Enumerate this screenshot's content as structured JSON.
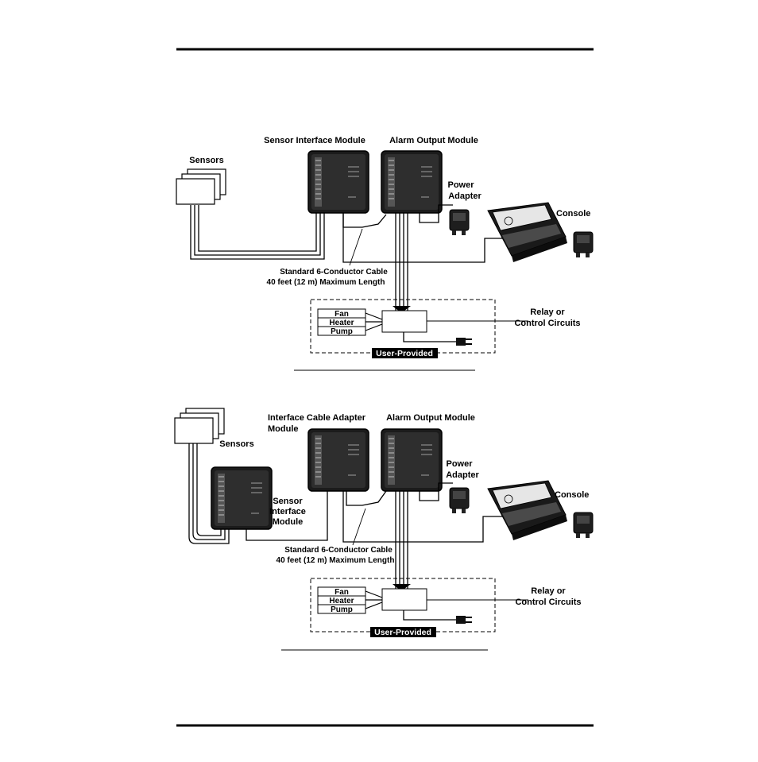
{
  "diagram_top": {
    "sensor_interface_module": "Sensor Interface Module",
    "alarm_output_module": "Alarm Output Module",
    "sensors": "Sensors",
    "power_adapter_line1": "Power",
    "power_adapter_line2": "Adapter",
    "console": "Console",
    "cable_line1": "Standard 6-Conductor Cable",
    "cable_line2": "40 feet (12 m) Maximum Length",
    "fan": "Fan",
    "heater": "Heater",
    "pump": "Pump",
    "relay_line1": "Relay or",
    "relay_line2": "Control Circuits",
    "user_provided": "User-Provided"
  },
  "diagram_bottom": {
    "interface_cable_adapter_line1": "Interface Cable Adapter",
    "interface_cable_adapter_line2": "Module",
    "alarm_output_module": "Alarm Output Module",
    "sensors": "Sensors",
    "sensor_interface_line1": "Sensor",
    "sensor_interface_line2": "Interface",
    "sensor_interface_line3": "Module",
    "power_adapter_line1": "Power",
    "power_adapter_line2": "Adapter",
    "console": "Console",
    "cable_line1": "Standard 6-Conductor Cable",
    "cable_line2": "40 feet (12 m) Maximum Length",
    "fan": "Fan",
    "heater": "Heater",
    "pump": "Pump",
    "relay_line1": "Relay or",
    "relay_line2": "Control Circuits",
    "user_provided": "User-Provided"
  }
}
